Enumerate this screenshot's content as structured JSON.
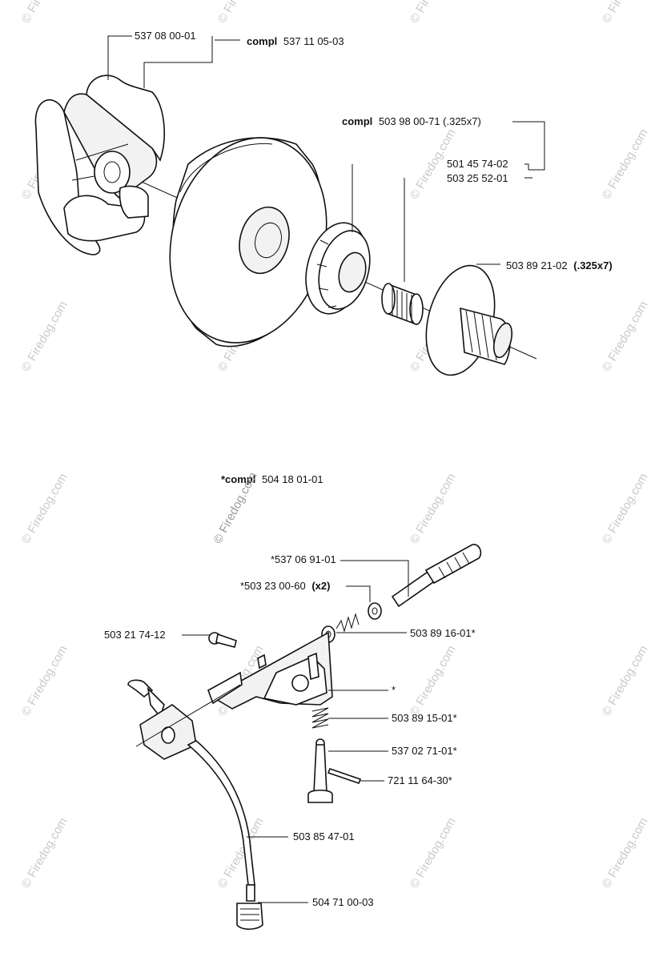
{
  "watermark": "© Firedog.com",
  "clutch_section": {
    "clutch_shoe_part": "537 08 00-01",
    "clutch_compl_prefix": "compl",
    "clutch_compl_number": "537 11 05-03",
    "drum_compl_prefix": "compl",
    "drum_compl_number": "503 98 00-71 (.325x7)",
    "drum_part": "501 45 74-02",
    "bearing_part": "503 25 52-01",
    "rim_part_number": "503 89 21-02",
    "rim_part_suffix": "(.325x7)"
  },
  "oil_pump_section": {
    "pump_compl_prefix": "*compl",
    "pump_compl_number": "504 18 01-01",
    "shaft_part": "*537 06 91-01",
    "washer_part_number": "*503 23 00-60",
    "washer_part_qty": "(x2)",
    "spring_small_part": "503 89 16-01*",
    "screw_part": "503 21 74-12",
    "housing_part": "*",
    "spring_part": "503 89 15-01*",
    "plunger_part": "537 02 71-01*",
    "pin_part": "721 11 64-30*",
    "hose_part": "503 85 47-01",
    "filter_part": "504 71 00-03"
  }
}
